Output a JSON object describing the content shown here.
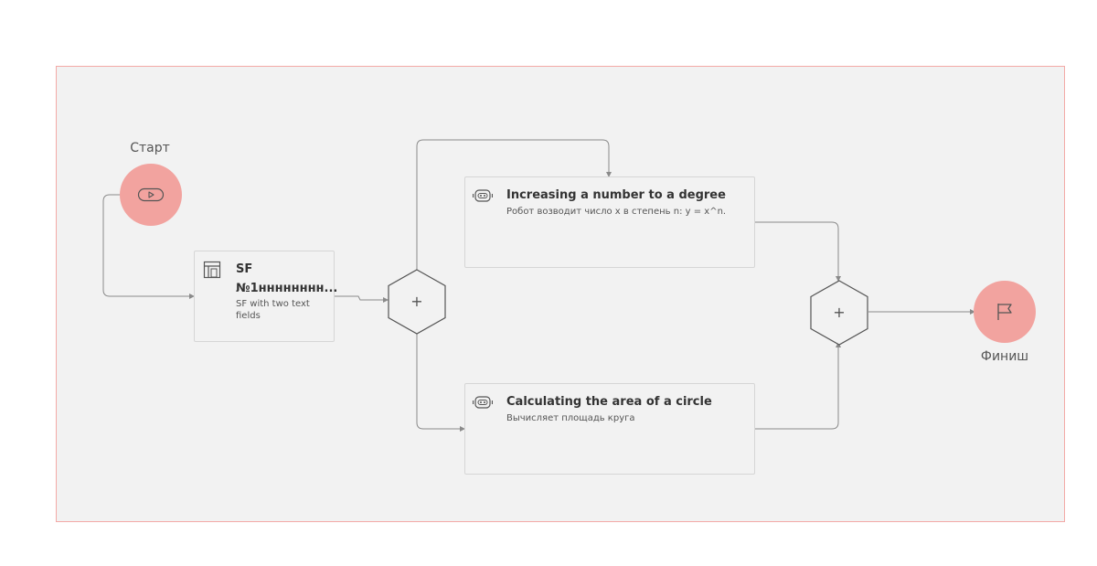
{
  "start": {
    "label": "Старт",
    "icon": "play-icon"
  },
  "finish": {
    "label": "Финиш",
    "icon": "flag-icon"
  },
  "sf_task": {
    "title_line1": "SF",
    "title_line2": "№1нннннннн...",
    "description_line1": "SF with two text",
    "description_line2": "fields",
    "icon": "form-icon"
  },
  "robot_task_1": {
    "title": "Increasing a number to a degree",
    "description": "Робот возводит число x в степень n: y = x^n.",
    "icon": "robot-icon"
  },
  "robot_task_2": {
    "title": "Calculating the area of a circle",
    "description": "Вычисляет площадь круга",
    "icon": "robot-icon"
  },
  "gateways": [
    {
      "type": "parallel",
      "symbol": "+"
    },
    {
      "type": "parallel",
      "symbol": "+"
    }
  ],
  "colors": {
    "event_fill": "#f2a39f",
    "canvas_border": "#f3a9a6",
    "canvas_bg": "#f2f2f2",
    "connector": "#8a8a8a"
  }
}
